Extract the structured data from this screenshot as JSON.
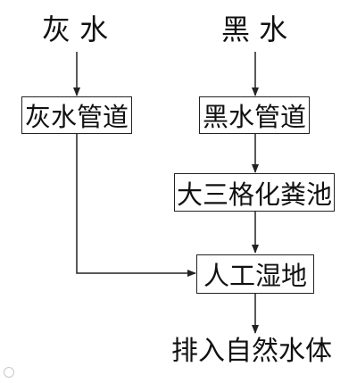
{
  "diagram": {
    "sources": {
      "grey_water": "灰 水",
      "black_water": "黑 水"
    },
    "nodes": {
      "grey_pipe": "灰水管道",
      "black_pipe": "黑水管道",
      "septic_tank": "大三格化粪池",
      "wetland": "人工湿地"
    },
    "outlet": "排入自然水体",
    "edges": [
      {
        "from": "灰 水",
        "to": "灰水管道"
      },
      {
        "from": "黑 水",
        "to": "黑水管道"
      },
      {
        "from": "黑水管道",
        "to": "大三格化粪池"
      },
      {
        "from": "大三格化粪池",
        "to": "人工湿地"
      },
      {
        "from": "灰水管道",
        "to": "人工湿地"
      },
      {
        "from": "人工湿地",
        "to": "排入自然水体"
      }
    ]
  }
}
